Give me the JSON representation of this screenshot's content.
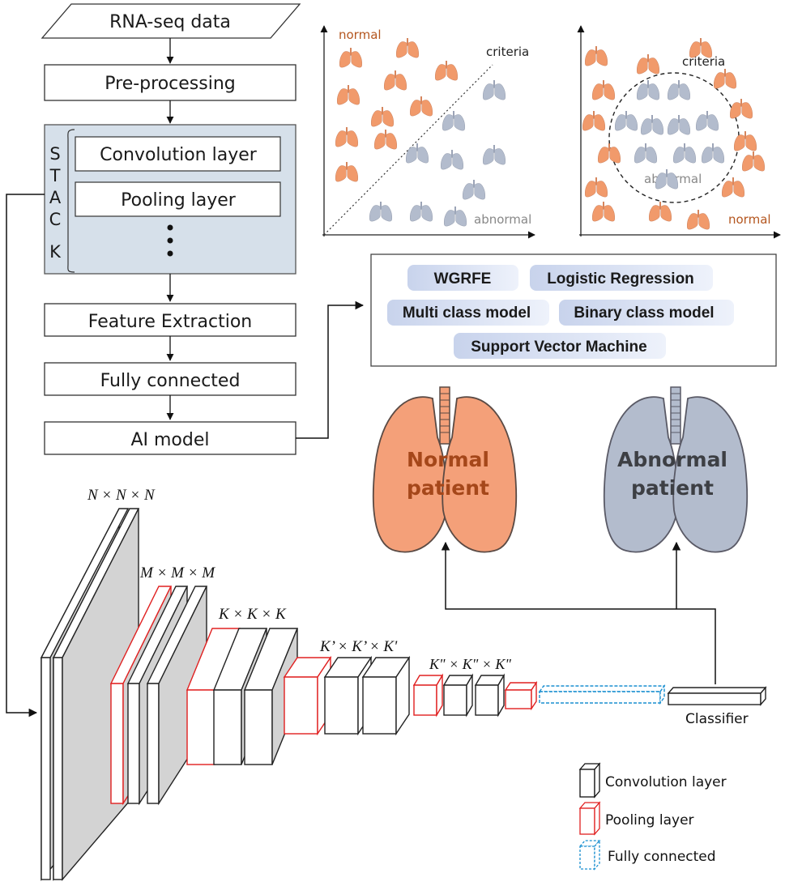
{
  "flowchart": {
    "input": "RNA-seq data",
    "preprocessing": "Pre-processing",
    "stack_label": "STACK",
    "stack_letters": [
      "S",
      "T",
      "A",
      "C",
      "K"
    ],
    "stack_layers": [
      "Convolution layer",
      "Pooling layer"
    ],
    "feature_extraction": "Feature Extraction",
    "fully_connected": "Fully connected",
    "ai_model": "AI model"
  },
  "scatter_linear": {
    "normal_label": "normal",
    "abnormal_label": "abnormal",
    "criteria_label": "criteria"
  },
  "scatter_circle": {
    "normal_label": "normal",
    "abnormal_label": "abnormal",
    "criteria_label": "criteria"
  },
  "models": [
    "WGRFE",
    "Logistic Regression",
    "Multi class model",
    "Binary class model",
    "Support Vector Machine"
  ],
  "outcomes": {
    "normal": [
      "Normal",
      "patient"
    ],
    "abnormal": [
      "Abnormal",
      "patient"
    ]
  },
  "cnn": {
    "dims": [
      "N × N × N",
      "M × M × M",
      "K × K × K",
      "K’ × K’ × K'",
      "K\" × K\" × K\""
    ],
    "classifier": "Classifier"
  },
  "legend": [
    "Convolution layer",
    "Pooling layer",
    "Fully connected"
  ],
  "colors": {
    "normal_lung": "#f4a079",
    "abnormal_lung": "#b3bccd",
    "stack_fill": "#d6e0ea",
    "pooling": "#e02020",
    "fully_connected": "#1a8fd0",
    "normal_text": "#a5471a",
    "abnormal_text": "#3d3f44"
  }
}
